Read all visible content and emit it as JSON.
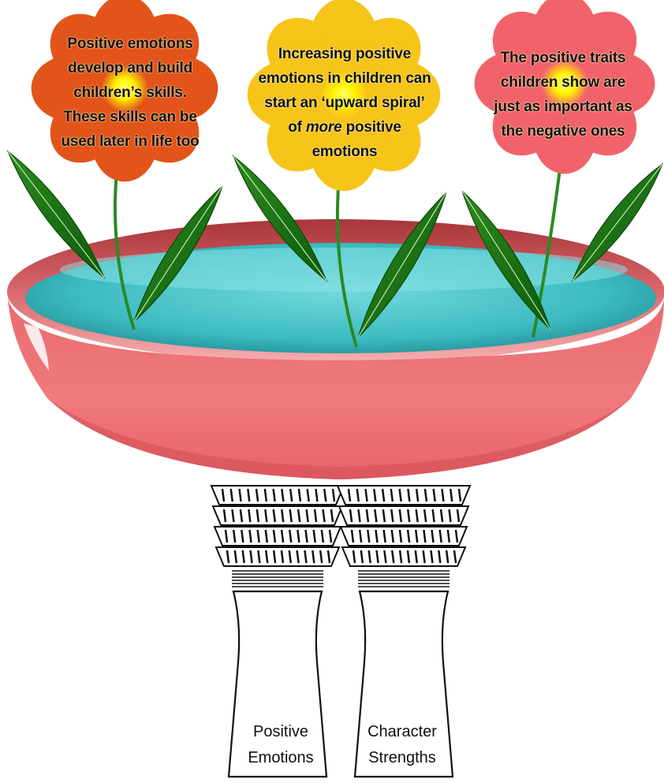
{
  "flowers": [
    {
      "color": "#e2541a",
      "lines": [
        "Positive emotions",
        "develop and build",
        "children’s skills.",
        "These skills can be",
        "used later in life too"
      ]
    },
    {
      "color": "#f7c419",
      "lines": [
        "Increasing positive",
        "emotions in children can",
        "start an ‘upward spiral’",
        "of ",
        "more",
        " positive",
        "emotions"
      ]
    },
    {
      "color": "#f2626a",
      "lines": [
        "The positive traits",
        "children show are",
        "just as important as",
        "the negative ones"
      ]
    }
  ],
  "bowl": {
    "rim_color": "#e9686d",
    "water_color": "#45c2c8"
  },
  "pillars": [
    {
      "label_lines": [
        "Positive",
        "Emotions"
      ]
    },
    {
      "label_lines": [
        "Character",
        "Strengths"
      ]
    }
  ]
}
